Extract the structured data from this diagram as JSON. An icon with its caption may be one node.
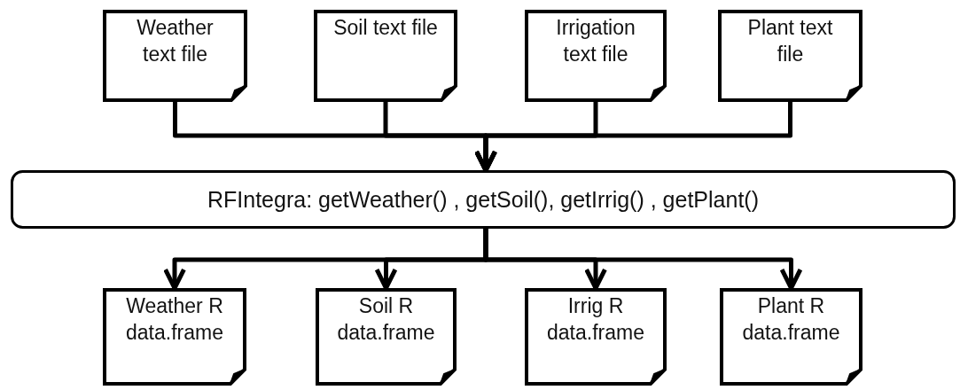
{
  "diagram": {
    "nodes": [
      {
        "text": [
          "Weather text file"
        ]
      },
      {
        "text": [
          "Soil text file"
        ]
      },
      {
        "text": [
          "Irrigation text file"
        ]
      },
      {
        "text": [
          "Plant text file"
        ]
      },
      {
        "text": [
          "RFIntegra:  getWeather() , getSoil(), getIrrig() , getPlant()"
        ]
      },
      {
        "text": [
          "Weather R data.frame"
        ]
      },
      {
        "text": [
          "Soil R data.frame"
        ]
      },
      {
        "text": [
          "Irrig R data.frame"
        ]
      },
      {
        "text": [
          "Plant R data.frame"
        ]
      }
    ],
    "edges": [
      {
        "from": 0,
        "to": 4,
        "arrow": "to"
      },
      {
        "from": 1,
        "to": 4,
        "arrow": "to"
      },
      {
        "from": 2,
        "to": 4,
        "arrow": "to"
      },
      {
        "from": 3,
        "to": 4,
        "arrow": "to"
      },
      {
        "from": 4,
        "to": 5,
        "arrow": "to"
      },
      {
        "from": 4,
        "to": 6,
        "arrow": "to"
      },
      {
        "from": 4,
        "to": 7,
        "arrow": "to"
      },
      {
        "from": 4,
        "to": 8,
        "arrow": "to"
      }
    ]
  }
}
